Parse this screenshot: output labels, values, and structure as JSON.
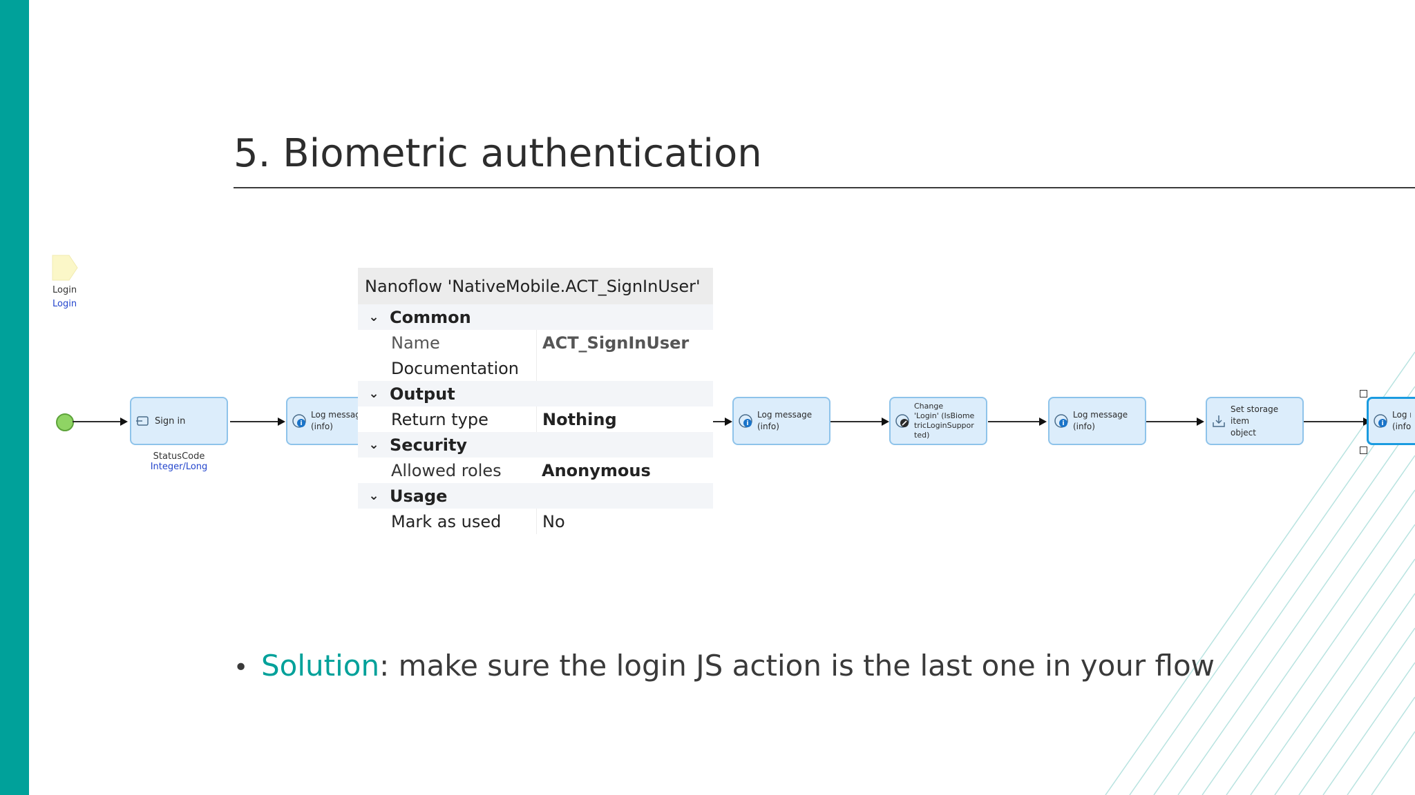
{
  "slide": {
    "title": "5. Biometric authentication",
    "bullet": {
      "keyword": "Solution",
      "text": ": make sure the login JS action is the last one in your flow"
    },
    "colors": {
      "accent": "#00a19a",
      "highlight": "#ffee1a",
      "activity_fill": "#dcedfb",
      "activity_border": "#8ec3ea"
    }
  },
  "nanoflow": {
    "parameter": {
      "name": "Login",
      "type": "Login",
      "icon": "parameter-icon"
    },
    "activities": [
      {
        "id": "sign-in",
        "lines": [
          "Sign in"
        ],
        "icon": "javascript-action-icon",
        "caption": [
          "StatusCode",
          "Integer/Long"
        ]
      },
      {
        "id": "log-1",
        "lines": [
          "Log messag",
          "(info)"
        ],
        "icon": "log-info-icon"
      },
      {
        "id": "log-2",
        "lines": [
          "Log message",
          "(info)"
        ],
        "icon": "log-info-icon"
      },
      {
        "id": "change",
        "lines": [
          "Change",
          "'Login' (IsBiome",
          "tricLoginSuppor",
          "ted)"
        ],
        "icon": "change-object-icon"
      },
      {
        "id": "log-3",
        "lines": [
          "Log message",
          "(info)"
        ],
        "icon": "log-info-icon"
      },
      {
        "id": "set-storage",
        "lines": [
          "Set storage item",
          "object"
        ],
        "icon": "storage-icon"
      },
      {
        "id": "log-4",
        "lines": [
          "Log m",
          "(info)"
        ],
        "icon": "log-info-icon"
      }
    ]
  },
  "properties": {
    "header": "Nanoflow 'NativeMobile.ACT_SignInUser'",
    "categories": [
      {
        "label": "Common",
        "rows": [
          {
            "name": "Name",
            "value": "ACT_SignInUser"
          },
          {
            "name": "Documentation",
            "value": ""
          }
        ]
      },
      {
        "label": "Output",
        "rows": [
          {
            "name": "Return type",
            "value": "Nothing"
          }
        ]
      },
      {
        "label": "Security",
        "rows": [
          {
            "name": "Allowed roles",
            "value": "Anonymous"
          }
        ]
      },
      {
        "label": "Usage",
        "rows": [
          {
            "name": "Mark as used",
            "value": "No"
          }
        ]
      }
    ]
  }
}
